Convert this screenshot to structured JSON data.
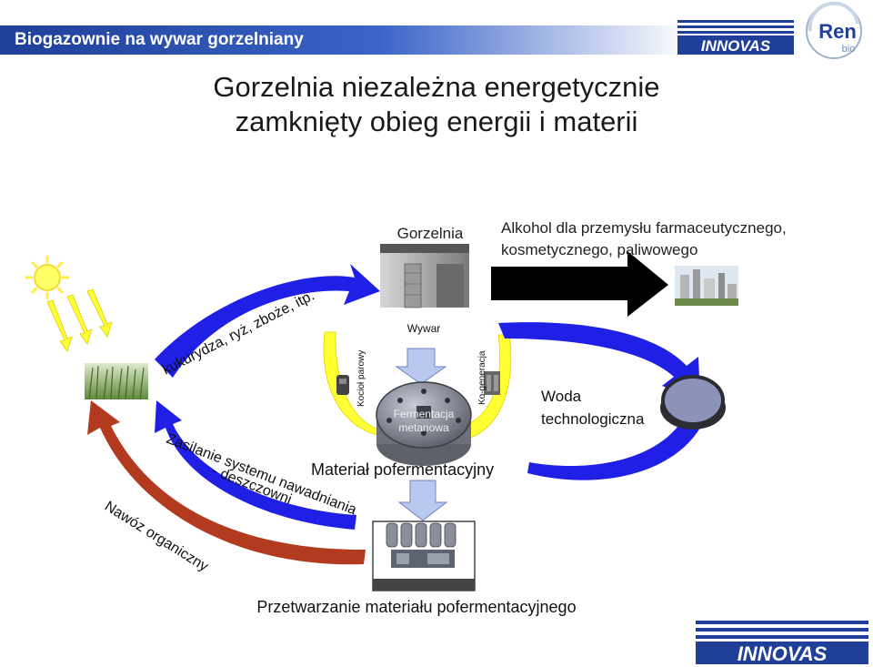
{
  "header": {
    "title": "Biogazownie na wywar gorzelniany"
  },
  "title": {
    "line1": "Gorzelnia niezależna energetycznie",
    "line2": "zamknięty obieg energii i materii"
  },
  "logos": {
    "brand": "INNOVAS",
    "ren": "Ren",
    "ren_sub": "bio"
  },
  "labels": {
    "gorzelnia": "Gorzelnia",
    "alkohol_line1": "Alkohol dla przemysłu farmaceutycznego,",
    "alkohol_line2": "kosmetycznego, paliwowego",
    "crops": "kukurydza, ryż, zboże, itp.",
    "kociol": "Kocioł parowy",
    "wywar": "Wywar",
    "kogeneracja": "Ko-generacja",
    "fermentacja_line1": "Fermentacja",
    "fermentacja_line2": "metanowa",
    "woda_line1": "Woda",
    "woda_line2": "technologiczna",
    "zasilanie_line1": "Zasilanie systemu nawadniania",
    "zasilanie_line2": "- deszczowni",
    "material": "Materiał pofermentacyjny",
    "nawoz": "Nawóz organiczny",
    "przetwarzanie": "Przetwarzanie materiału pofermentacyjnego"
  },
  "colors": {
    "header_blue": "#1f3f99",
    "arrow_blue": "#1f1fe6",
    "arrow_black": "#000000",
    "arrow_yellow": "#ffff33",
    "arrow_red": "#b23a1e",
    "arrow_light": "#b8c8ee"
  }
}
